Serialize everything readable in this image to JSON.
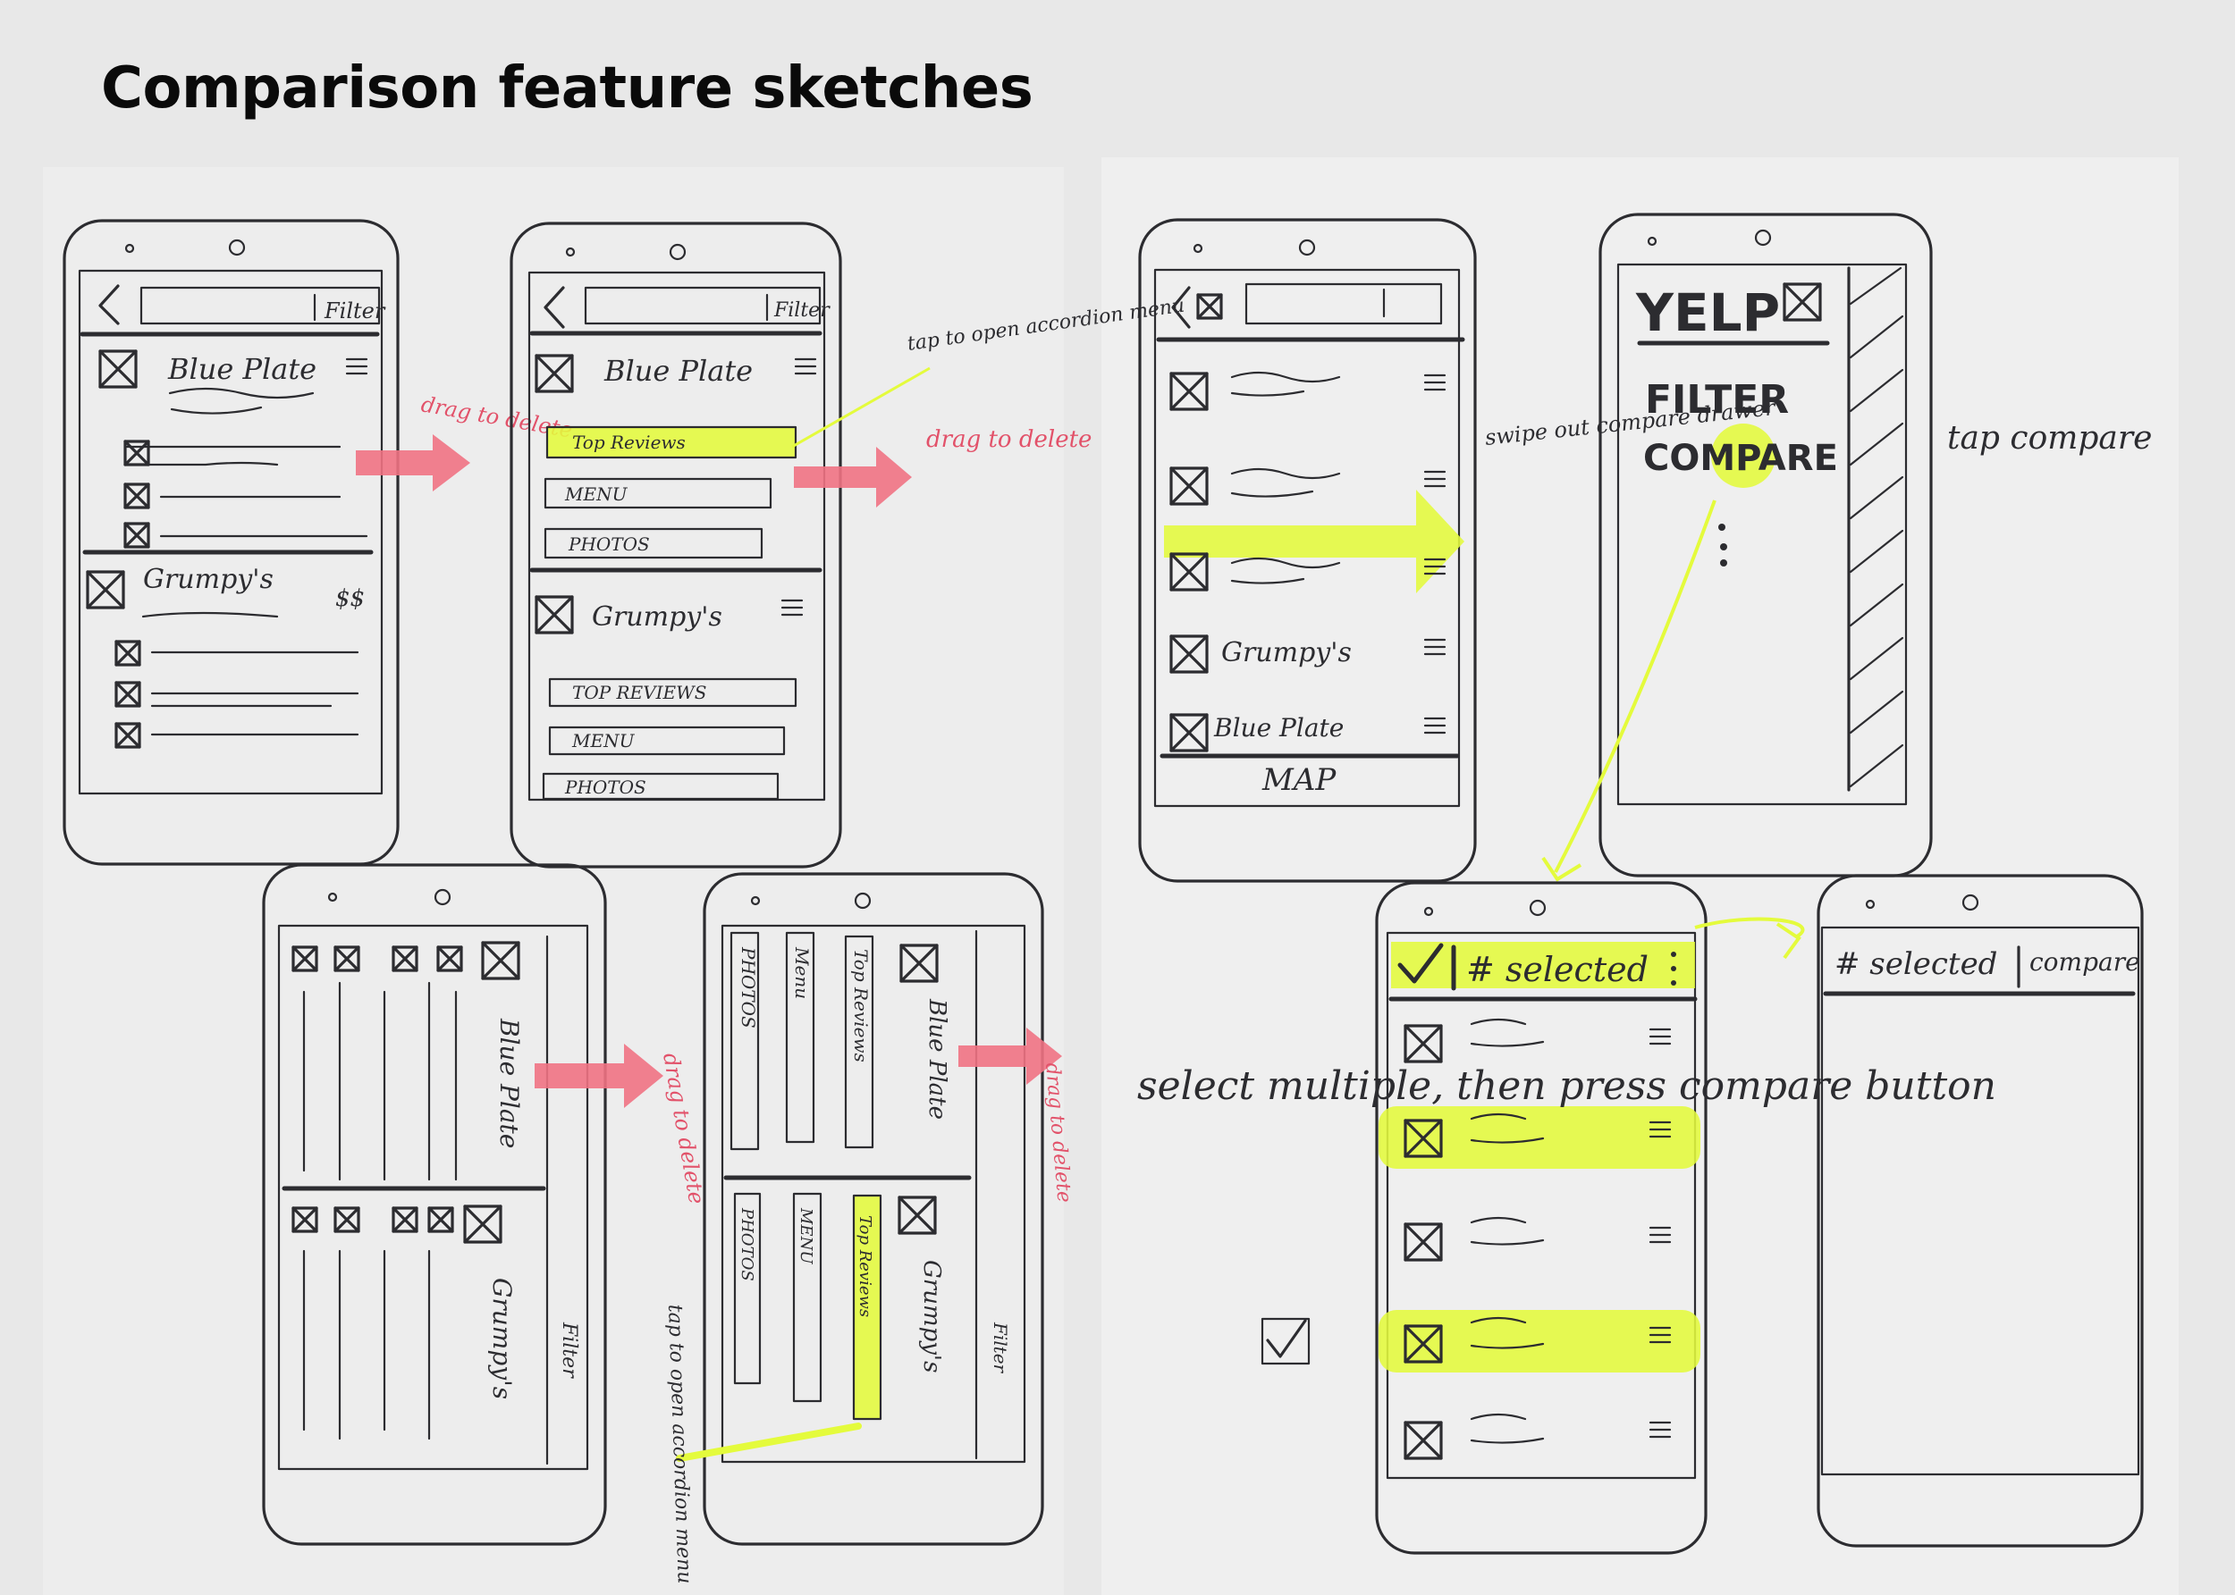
{
  "title": "Comparison feature sketches",
  "colors": {
    "highlight": "#e4fb3c",
    "pink_arrow": "#f07283",
    "ink": "#2c2c30",
    "red_note": "#e2526a",
    "paper": "#efefef",
    "background": "#e8e8e8"
  },
  "left_sheet": {
    "phone1": {
      "filter": "Filter",
      "item1": "Blue Plate",
      "item2": "Grumpy's",
      "price": "$$"
    },
    "note_drag1": "drag to delete",
    "phone2": {
      "filter": "Filter",
      "item1": "Blue Plate",
      "top_reviews": "Top Reviews",
      "menu": "MENU",
      "photos": "PHOTOS",
      "item2": "Grumpy's",
      "top_reviews2": "TOP REVIEWS",
      "menu2": "MENU",
      "photos2": "PHOTOS"
    },
    "note_tap_open": "tap to open accordion menu",
    "note_drag2": "drag to delete",
    "phone3": {
      "item1": "Blue Plate",
      "item2": "Grumpy's",
      "filter": "Filter"
    },
    "note_drag3": "drag to delete",
    "phone4": {
      "photos": "PHOTOS",
      "menu": "Menu",
      "top_reviews": "Top Reviews",
      "item1": "Blue Plate",
      "photos2": "PHOTOS",
      "menu2": "MENU",
      "top_reviews2": "Top Reviews",
      "item2": "Grumpy's",
      "filter": "Filter"
    },
    "note_tap_open2": "tap to open accordion menu",
    "note_drag4": "drag to delete"
  },
  "right_sheet": {
    "phone1": {
      "item1": "Grumpy's",
      "item2": "Blue Plate",
      "map": "MAP"
    },
    "note_swipe": "swipe out compare drawer",
    "phone2": {
      "logo": "YELP",
      "filter": "FILTER",
      "compare": "COMPARE"
    },
    "note_tap_compare": "tap compare",
    "phone3": {
      "header": "# selected"
    },
    "note_select": "select multiple, then press compare button",
    "phone4": {
      "header": "# selected",
      "compare": "compare"
    }
  }
}
